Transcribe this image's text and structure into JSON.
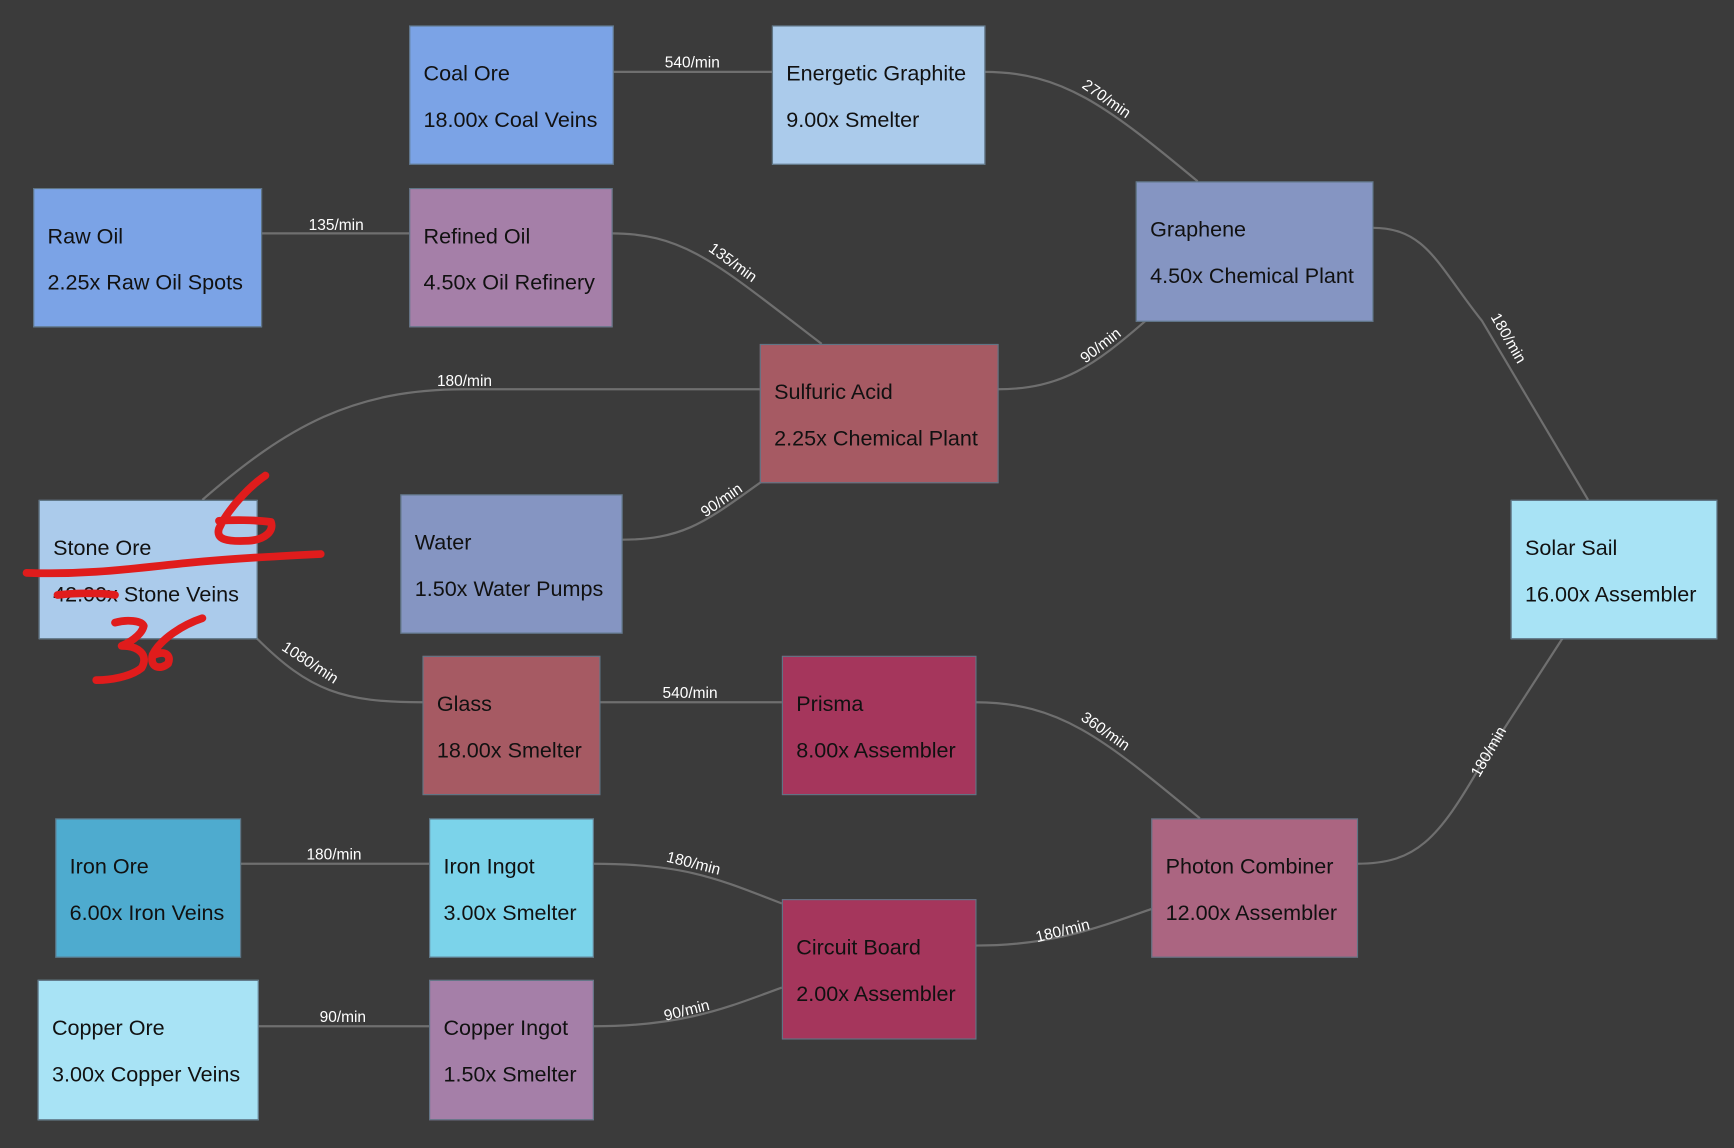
{
  "nodes": [
    {
      "name": "Coal Ore",
      "machine": "18.00x Coal Veins",
      "color": "#7ba3e6"
    },
    {
      "name": "Energetic Graphite",
      "machine": "9.00x Smelter",
      "color": "#abcbeb"
    },
    {
      "name": "Raw Oil",
      "machine": "2.25x Raw Oil Spots",
      "color": "#7ba3e6"
    },
    {
      "name": "Refined Oil",
      "machine": "4.50x Oil Refinery",
      "color": "#a57fa8"
    },
    {
      "name": "Graphene",
      "machine": "4.50x Chemical Plant",
      "color": "#8595c2"
    },
    {
      "name": "Sulfuric Acid",
      "machine": "2.25x Chemical Plant",
      "color": "#a65a63"
    },
    {
      "name": "Stone Ore",
      "machine": "42.00x Stone Veins",
      "color": "#abcbeb"
    },
    {
      "name": "Water",
      "machine": "1.50x Water Pumps",
      "color": "#8595c2"
    },
    {
      "name": "Solar Sail",
      "machine": "16.00x Assembler",
      "color": "#a8e3f5"
    },
    {
      "name": "Glass",
      "machine": "18.00x Smelter",
      "color": "#a65a63"
    },
    {
      "name": "Prisma",
      "machine": "8.00x Assembler",
      "color": "#a5365c"
    },
    {
      "name": "Iron Ore",
      "machine": "6.00x Iron Veins",
      "color": "#4eabcf"
    },
    {
      "name": "Iron Ingot",
      "machine": "3.00x Smelter",
      "color": "#7bd3ea"
    },
    {
      "name": "Photon Combiner",
      "machine": "12.00x Assembler",
      "color": "#ab6581"
    },
    {
      "name": "Circuit Board",
      "machine": "2.00x Assembler",
      "color": "#a5365c"
    },
    {
      "name": "Copper Ore",
      "machine": "3.00x Copper Veins",
      "color": "#a8e3f5"
    },
    {
      "name": "Copper Ingot",
      "machine": "1.50x Smelter",
      "color": "#a57fa8"
    }
  ],
  "edges": [
    {
      "from": "Coal Ore",
      "to": "Energetic Graphite",
      "rate": "540/min"
    },
    {
      "from": "Energetic Graphite",
      "to": "Graphene",
      "rate": "270/min"
    },
    {
      "from": "Raw Oil",
      "to": "Refined Oil",
      "rate": "135/min"
    },
    {
      "from": "Refined Oil",
      "to": "Sulfuric Acid",
      "rate": "135/min"
    },
    {
      "from": "Stone Ore",
      "to": "Sulfuric Acid",
      "rate": "180/min"
    },
    {
      "from": "Water",
      "to": "Sulfuric Acid",
      "rate": "90/min"
    },
    {
      "from": "Sulfuric Acid",
      "to": "Graphene",
      "rate": "90/min"
    },
    {
      "from": "Graphene",
      "to": "Solar Sail",
      "rate": "180/min"
    },
    {
      "from": "Stone Ore",
      "to": "Glass",
      "rate": "1080/min"
    },
    {
      "from": "Glass",
      "to": "Prisma",
      "rate": "540/min"
    },
    {
      "from": "Prisma",
      "to": "Photon Combiner",
      "rate": "360/min"
    },
    {
      "from": "Iron Ore",
      "to": "Iron Ingot",
      "rate": "180/min"
    },
    {
      "from": "Iron Ingot",
      "to": "Circuit Board",
      "rate": "180/min"
    },
    {
      "from": "Copper Ore",
      "to": "Copper Ingot",
      "rate": "90/min"
    },
    {
      "from": "Copper Ingot",
      "to": "Circuit Board",
      "rate": "90/min"
    },
    {
      "from": "Circuit Board",
      "to": "Photon Combiner",
      "rate": "180/min"
    },
    {
      "from": "Photon Combiner",
      "to": "Solar Sail",
      "rate": "180/min"
    }
  ],
  "annotations": {
    "color": "#e01c1c",
    "handwritten": [
      "6",
      "36"
    ]
  }
}
